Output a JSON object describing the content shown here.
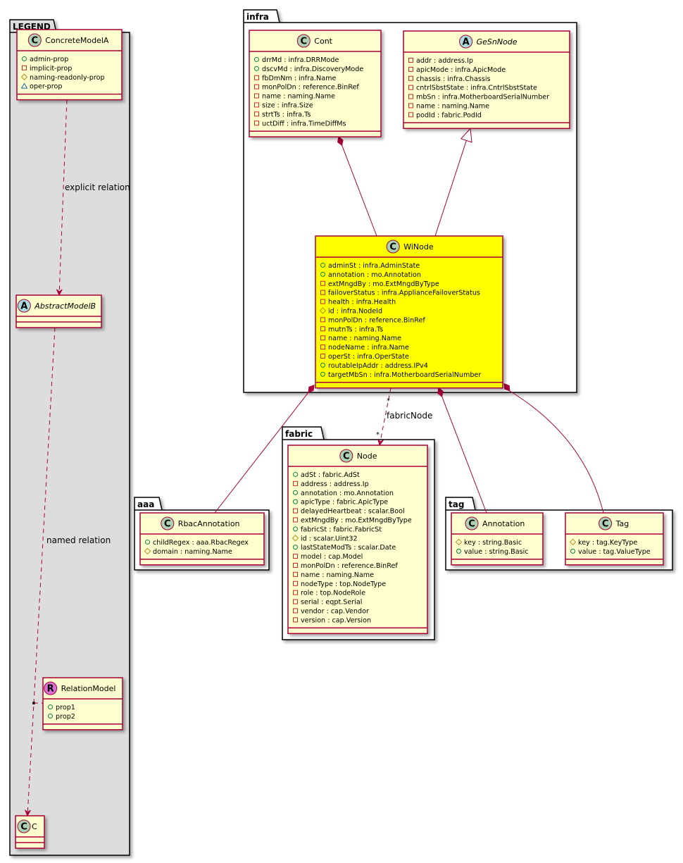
{
  "diagram": {
    "type": "uml-class-diagram",
    "colors": {
      "class_fill": "#FEFECE",
      "class_border": "#A80036",
      "highlight_fill": "#FFFF00",
      "legend_fill": "#DDDDDD",
      "package_border": "#000000",
      "edge_color": "#A80036",
      "icon_class": "#ADD1B2",
      "icon_abstract": "#A9DCDF",
      "icon_relation": "#DA70D6",
      "vis_public": "#038048",
      "vis_private": "#C82930",
      "vis_protected": "#B38D22",
      "vis_package": "#1963A0"
    },
    "packages": [
      {
        "id": "legend",
        "name": "LEGEND",
        "stereotype": "«Rect»"
      },
      {
        "id": "infra",
        "name": "infra"
      },
      {
        "id": "fabric",
        "name": "fabric"
      },
      {
        "id": "aaa",
        "name": "aaa"
      },
      {
        "id": "tag",
        "name": "tag"
      }
    ],
    "classes": [
      {
        "id": "ConcreteModelA",
        "package": "legend",
        "kind": "C",
        "name": "ConcreteModelA",
        "abstract": false,
        "attributes": [
          {
            "vis": "public",
            "text": "admin-prop"
          },
          {
            "vis": "private",
            "text": "implicit-prop"
          },
          {
            "vis": "protected",
            "text": "naming-readonly-prop"
          },
          {
            "vis": "package",
            "text": "oper-prop"
          }
        ]
      },
      {
        "id": "AbstractModelB",
        "package": "legend",
        "kind": "A",
        "name": "AbstractModelB",
        "abstract": true,
        "attributes": []
      },
      {
        "id": "RelationModel",
        "package": "legend",
        "kind": "R",
        "name": "RelationModel",
        "abstract": false,
        "attributes": [
          {
            "vis": "public",
            "text": "prop1"
          },
          {
            "vis": "public",
            "text": "prop2"
          }
        ]
      },
      {
        "id": "C",
        "package": "legend",
        "kind": "C",
        "name": "C",
        "abstract": false,
        "attributes": []
      },
      {
        "id": "Cont",
        "package": "infra",
        "kind": "C",
        "name": "Cont",
        "abstract": false,
        "attributes": [
          {
            "vis": "public",
            "text": "drrMd : infra.DRRMode"
          },
          {
            "vis": "public",
            "text": "dscvMd : infra.DiscoveryMode"
          },
          {
            "vis": "private",
            "text": "fbDmNm : infra.Name"
          },
          {
            "vis": "private",
            "text": "monPolDn : reference.BinRef"
          },
          {
            "vis": "private",
            "text": "name : naming.Name"
          },
          {
            "vis": "private",
            "text": "size : infra.Size"
          },
          {
            "vis": "private",
            "text": "strtTs : infra.Ts"
          },
          {
            "vis": "private",
            "text": "uctDiff : infra.TimeDiffMs"
          }
        ]
      },
      {
        "id": "GeSnNode",
        "package": "infra",
        "kind": "A",
        "name": "GeSnNode",
        "abstract": true,
        "attributes": [
          {
            "vis": "private",
            "text": "addr : address.Ip"
          },
          {
            "vis": "private",
            "text": "apicMode : infra.ApicMode"
          },
          {
            "vis": "private",
            "text": "chassis : infra.Chassis"
          },
          {
            "vis": "private",
            "text": "cntrlSbstState : infra.CntrlSbstState"
          },
          {
            "vis": "private",
            "text": "mbSn : infra.MotherboardSerialNumber"
          },
          {
            "vis": "private",
            "text": "name : naming.Name"
          },
          {
            "vis": "private",
            "text": "podId : fabric.PodId"
          }
        ]
      },
      {
        "id": "WiNode",
        "package": "infra",
        "kind": "C",
        "name": "WiNode",
        "abstract": false,
        "highlight": true,
        "attributes": [
          {
            "vis": "public",
            "text": "adminSt : infra.AdminState"
          },
          {
            "vis": "public",
            "text": "annotation : mo.Annotation"
          },
          {
            "vis": "private",
            "text": "extMngdBy : mo.ExtMngdByType"
          },
          {
            "vis": "private",
            "text": "failoverStatus : infra.ApplianceFailoverStatus"
          },
          {
            "vis": "private",
            "text": "health : infra.Health"
          },
          {
            "vis": "protected",
            "text": "id : infra.NodeId"
          },
          {
            "vis": "private",
            "text": "monPolDn : reference.BinRef"
          },
          {
            "vis": "private",
            "text": "mutnTs : infra.Ts"
          },
          {
            "vis": "private",
            "text": "name : naming.Name"
          },
          {
            "vis": "private",
            "text": "nodeName : infra.Name"
          },
          {
            "vis": "private",
            "text": "operSt : infra.OperState"
          },
          {
            "vis": "public",
            "text": "routableIpAddr : address.IPv4"
          },
          {
            "vis": "public",
            "text": "targetMbSn : infra.MotherboardSerialNumber"
          }
        ]
      },
      {
        "id": "Node",
        "package": "fabric",
        "kind": "C",
        "name": "Node",
        "abstract": false,
        "attributes": [
          {
            "vis": "public",
            "text": "adSt : fabric.AdSt"
          },
          {
            "vis": "private",
            "text": "address : address.Ip"
          },
          {
            "vis": "public",
            "text": "annotation : mo.Annotation"
          },
          {
            "vis": "public",
            "text": "apicType : fabric.ApicType"
          },
          {
            "vis": "private",
            "text": "delayedHeartbeat : scalar.Bool"
          },
          {
            "vis": "private",
            "text": "extMngdBy : mo.ExtMngdByType"
          },
          {
            "vis": "public",
            "text": "fabricSt : fabric.FabricSt"
          },
          {
            "vis": "protected",
            "text": "id : scalar.Uint32"
          },
          {
            "vis": "public",
            "text": "lastStateModTs : scalar.Date"
          },
          {
            "vis": "private",
            "text": "model : cap.Model"
          },
          {
            "vis": "private",
            "text": "monPolDn : reference.BinRef"
          },
          {
            "vis": "private",
            "text": "name : naming.Name"
          },
          {
            "vis": "private",
            "text": "nodeType : top.NodeType"
          },
          {
            "vis": "private",
            "text": "role : top.NodeRole"
          },
          {
            "vis": "private",
            "text": "serial : eqpt.Serial"
          },
          {
            "vis": "private",
            "text": "vendor : cap.Vendor"
          },
          {
            "vis": "private",
            "text": "version : cap.Version"
          }
        ]
      },
      {
        "id": "RbacAnnotation",
        "package": "aaa",
        "kind": "C",
        "name": "RbacAnnotation",
        "abstract": false,
        "attributes": [
          {
            "vis": "public",
            "text": "childRegex : aaa.RbacRegex"
          },
          {
            "vis": "protected",
            "text": "domain : naming.Name"
          }
        ]
      },
      {
        "id": "Annotation",
        "package": "tag",
        "kind": "C",
        "name": "Annotation",
        "abstract": false,
        "attributes": [
          {
            "vis": "protected",
            "text": "key : string.Basic"
          },
          {
            "vis": "public",
            "text": "value : string.Basic"
          }
        ]
      },
      {
        "id": "Tag",
        "package": "tag",
        "kind": "C",
        "name": "Tag",
        "abstract": false,
        "attributes": [
          {
            "vis": "protected",
            "text": "key : tag.KeyType"
          },
          {
            "vis": "public",
            "text": "value : tag.ValueType"
          }
        ]
      }
    ],
    "relations": [
      {
        "id": "legend-explicit",
        "from": "ConcreteModelA",
        "to": "AbstractModelB",
        "type": "dependency",
        "label": "explicit relation"
      },
      {
        "id": "legend-named",
        "from": "AbstractModelB",
        "to": "C",
        "type": "dependency",
        "label": "named relation",
        "association_class": "RelationModel"
      },
      {
        "id": "cont-winode",
        "from": "Cont",
        "to": "WiNode",
        "type": "composition"
      },
      {
        "id": "gesnnode-winode",
        "from": "WiNode",
        "to": "GeSnNode",
        "type": "inheritance"
      },
      {
        "id": "winode-fabricnode",
        "from": "WiNode",
        "to": "Node",
        "type": "dependency",
        "label": "fabricNode",
        "from_mult": "*",
        "to_mult": "*"
      },
      {
        "id": "winode-rbac",
        "from": "WiNode",
        "to": "RbacAnnotation",
        "type": "composition"
      },
      {
        "id": "winode-annotation",
        "from": "WiNode",
        "to": "Annotation",
        "type": "composition"
      },
      {
        "id": "winode-tag",
        "from": "WiNode",
        "to": "Tag",
        "type": "composition"
      }
    ]
  }
}
